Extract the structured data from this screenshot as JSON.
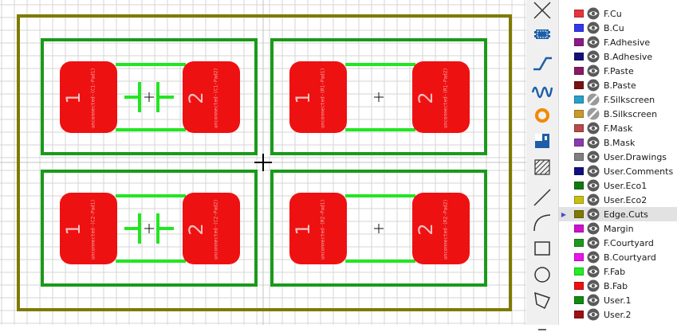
{
  "canvas": {
    "background": "#ffffff",
    "grid_color": "#d6d6d6",
    "edge_cuts_color": "#7f7a00",
    "courtyard_color": "#1a9a1a",
    "fab_color": "#22e622",
    "pad_color": "#ee1111",
    "footprints": [
      {
        "pad_left_number": "1",
        "pad_right_number": "2",
        "net_label_left": "unconnected-(C1-Pad1)",
        "net_label_right": "unconnected-(C1-Pad2)",
        "type": "capacitor"
      },
      {
        "pad_left_number": "1",
        "pad_right_number": "2",
        "net_label_left": "unconnected-(R1-Pad1)",
        "net_label_right": "unconnected-(R1-Pad2)",
        "type": "resistor"
      },
      {
        "pad_left_number": "1",
        "pad_right_number": "2",
        "net_label_left": "unconnected-(C2-Pad1)",
        "net_label_right": "unconnected-(C2-Pad2)",
        "type": "capacitor"
      },
      {
        "pad_left_number": "1",
        "pad_right_number": "2",
        "net_label_left": "unconnected-(R2-Pad1)",
        "net_label_right": "unconnected-(R2-Pad2)",
        "type": "resistor"
      }
    ]
  },
  "toolbar": {
    "tools": [
      "route-cancel-icon",
      "footprint-icon",
      "route-track-icon",
      "tune-length-icon",
      "via-icon",
      "zone-icon",
      "rule-area-icon",
      "line-icon",
      "arc-icon",
      "rectangle-icon",
      "circle-icon",
      "polygon-icon",
      "text-icon"
    ]
  },
  "layers": [
    {
      "name": "F.Cu",
      "color": "#e8343a",
      "active": false
    },
    {
      "name": "B.Cu",
      "color": "#3636ee",
      "active": false
    },
    {
      "name": "F.Adhesive",
      "color": "#8b1a8b",
      "active": false
    },
    {
      "name": "B.Adhesive",
      "color": "#111177",
      "active": false
    },
    {
      "name": "F.Paste",
      "color": "#8a1a66",
      "active": false
    },
    {
      "name": "B.Paste",
      "color": "#7a1010",
      "active": false
    },
    {
      "name": "F.Silkscreen",
      "color": "#2aa0c8",
      "active": false,
      "hidden": true
    },
    {
      "name": "B.Silkscreen",
      "color": "#c89a2a",
      "active": false,
      "hidden": true
    },
    {
      "name": "F.Mask",
      "color": "#b84a4a",
      "active": false
    },
    {
      "name": "B.Mask",
      "color": "#8a3ab0",
      "active": false
    },
    {
      "name": "User.Drawings",
      "color": "#808080",
      "active": false
    },
    {
      "name": "User.Comments",
      "color": "#101080",
      "active": false
    },
    {
      "name": "User.Eco1",
      "color": "#107a10",
      "active": false
    },
    {
      "name": "User.Eco2",
      "color": "#c8c010",
      "active": false
    },
    {
      "name": "Edge.Cuts",
      "color": "#7f7a00",
      "active": true
    },
    {
      "name": "Margin",
      "color": "#d010d0",
      "active": false
    },
    {
      "name": "F.Courtyard",
      "color": "#1a9a1a",
      "active": false
    },
    {
      "name": "B.Courtyard",
      "color": "#ee10ee",
      "active": false
    },
    {
      "name": "F.Fab",
      "color": "#22ee22",
      "active": false
    },
    {
      "name": "B.Fab",
      "color": "#ee1111",
      "active": false
    },
    {
      "name": "User.1",
      "color": "#108a10",
      "active": false
    },
    {
      "name": "User.2",
      "color": "#a01010",
      "active": false
    }
  ]
}
